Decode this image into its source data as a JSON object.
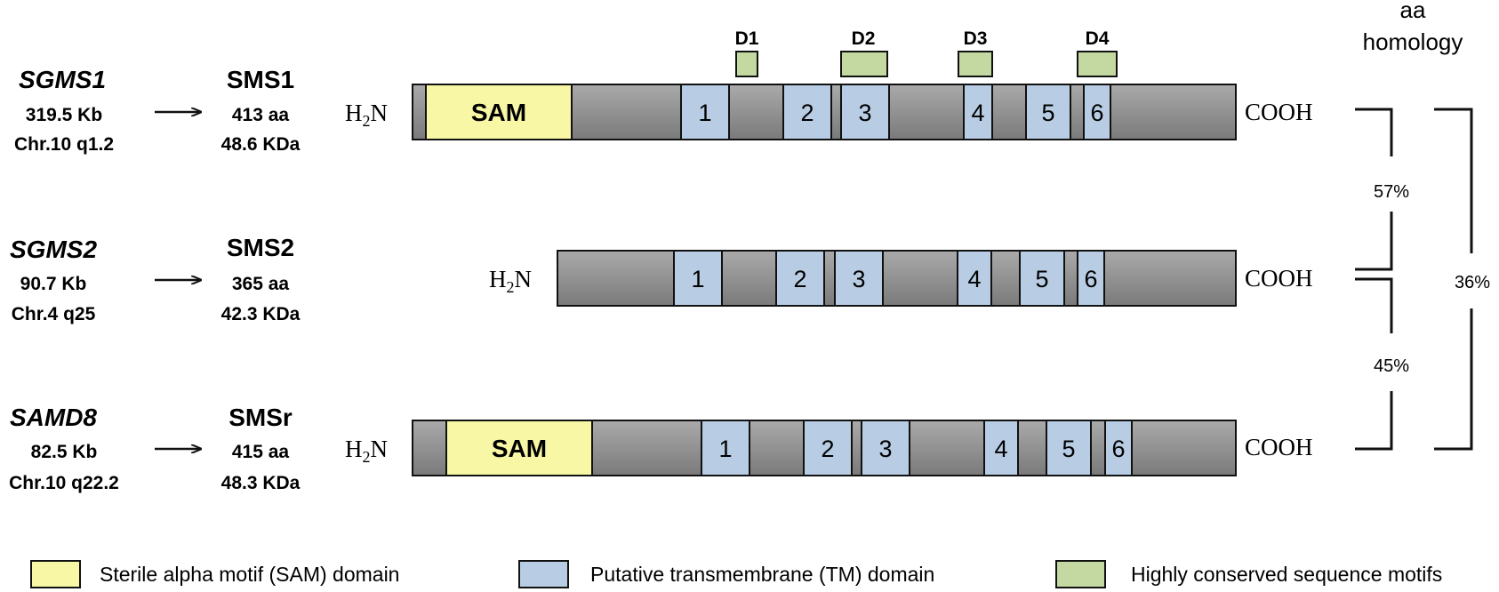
{
  "colors": {
    "sam": "#f8f7a6",
    "tm": "#b8cde3",
    "motif": "#c3d9a1",
    "protein_light": "#aaaaaa",
    "protein_dark": "#7a7a7a",
    "stroke": "#111111"
  },
  "header": {
    "homology_line1": "aa",
    "homology_line2": "homology"
  },
  "motifs": [
    {
      "label": "D1"
    },
    {
      "label": "D2"
    },
    {
      "label": "D3"
    },
    {
      "label": "D4"
    }
  ],
  "rows": [
    {
      "gene": "SGMS1",
      "gene_size": "319.5 Kb",
      "gene_loc": "Chr.10 q1.2",
      "protein": "SMS1",
      "length": "413 aa",
      "mass": "48.6 KDa",
      "n_term": "H",
      "n_term_sub": "2",
      "n_term_suffix": "N",
      "c_term": "COOH",
      "sam": "SAM",
      "tm": [
        "1",
        "2",
        "3",
        "4",
        "5",
        "6"
      ]
    },
    {
      "gene": "SGMS2",
      "gene_size": "90.7 Kb",
      "gene_loc": "Chr.4 q25",
      "protein": "SMS2",
      "length": "365 aa",
      "mass": "42.3 KDa",
      "n_term": "H",
      "n_term_sub": "2",
      "n_term_suffix": "N",
      "c_term": "COOH",
      "tm": [
        "1",
        "2",
        "3",
        "4",
        "5",
        "6"
      ]
    },
    {
      "gene": "SAMD8",
      "gene_size": "82.5 Kb",
      "gene_loc": "Chr.10 q22.2",
      "protein": "SMSr",
      "length": "415 aa",
      "mass": "48.3 KDa",
      "n_term": "H",
      "n_term_sub": "2",
      "n_term_suffix": "N",
      "c_term": "COOH",
      "sam": "SAM",
      "tm": [
        "1",
        "2",
        "3",
        "4",
        "5",
        "6"
      ]
    }
  ],
  "homology_values": {
    "sms1_sms2": "57%",
    "sms2_smsr": "45%",
    "sms1_smsr": "36%"
  },
  "legend": [
    {
      "label": "Sterile alpha motif (SAM) domain",
      "color_key": "sam"
    },
    {
      "label": "Putative transmembrane (TM) domain",
      "color_key": "tm"
    },
    {
      "label": "Highly conserved sequence motifs",
      "color_key": "motif"
    }
  ]
}
